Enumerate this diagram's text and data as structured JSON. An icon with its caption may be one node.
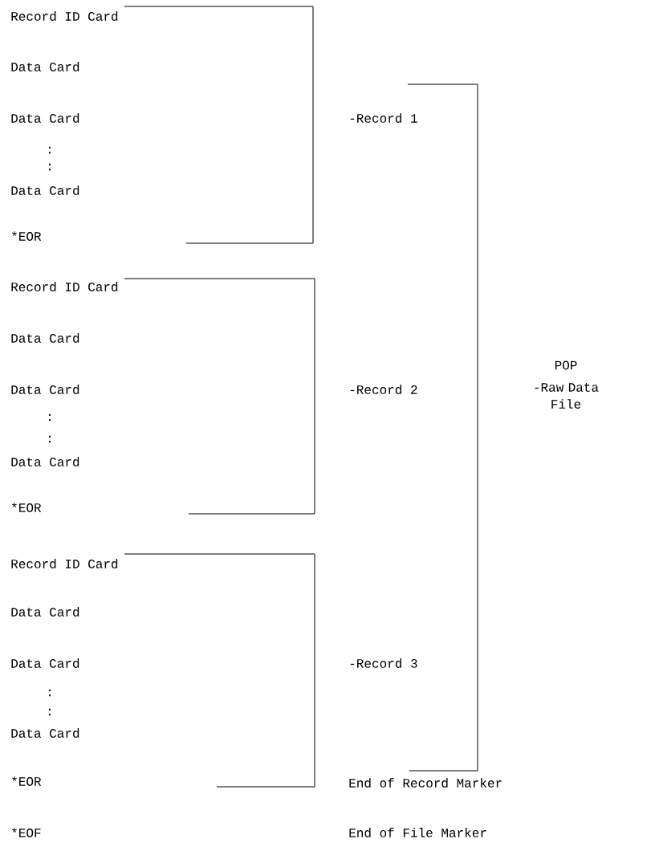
{
  "diagram": {
    "labels": [
      "Record ID Card",
      "Data Card",
      "Data Card",
      "-Record 1",
      ":",
      ":",
      "Data Card",
      "*EOR",
      "Record ID Card",
      "Data Card",
      "POP",
      "Data Card",
      "-Record 2",
      "-Raw Data File",
      ":",
      ":",
      "Data Card",
      "*EOR",
      "Record ID Card",
      "Data Card",
      "Data Card",
      "-Record 3",
      ":",
      ":",
      "Data Card",
      "*EOR",
      "End of Record Marker",
      "*EOF",
      "End of File Marker"
    ]
  }
}
